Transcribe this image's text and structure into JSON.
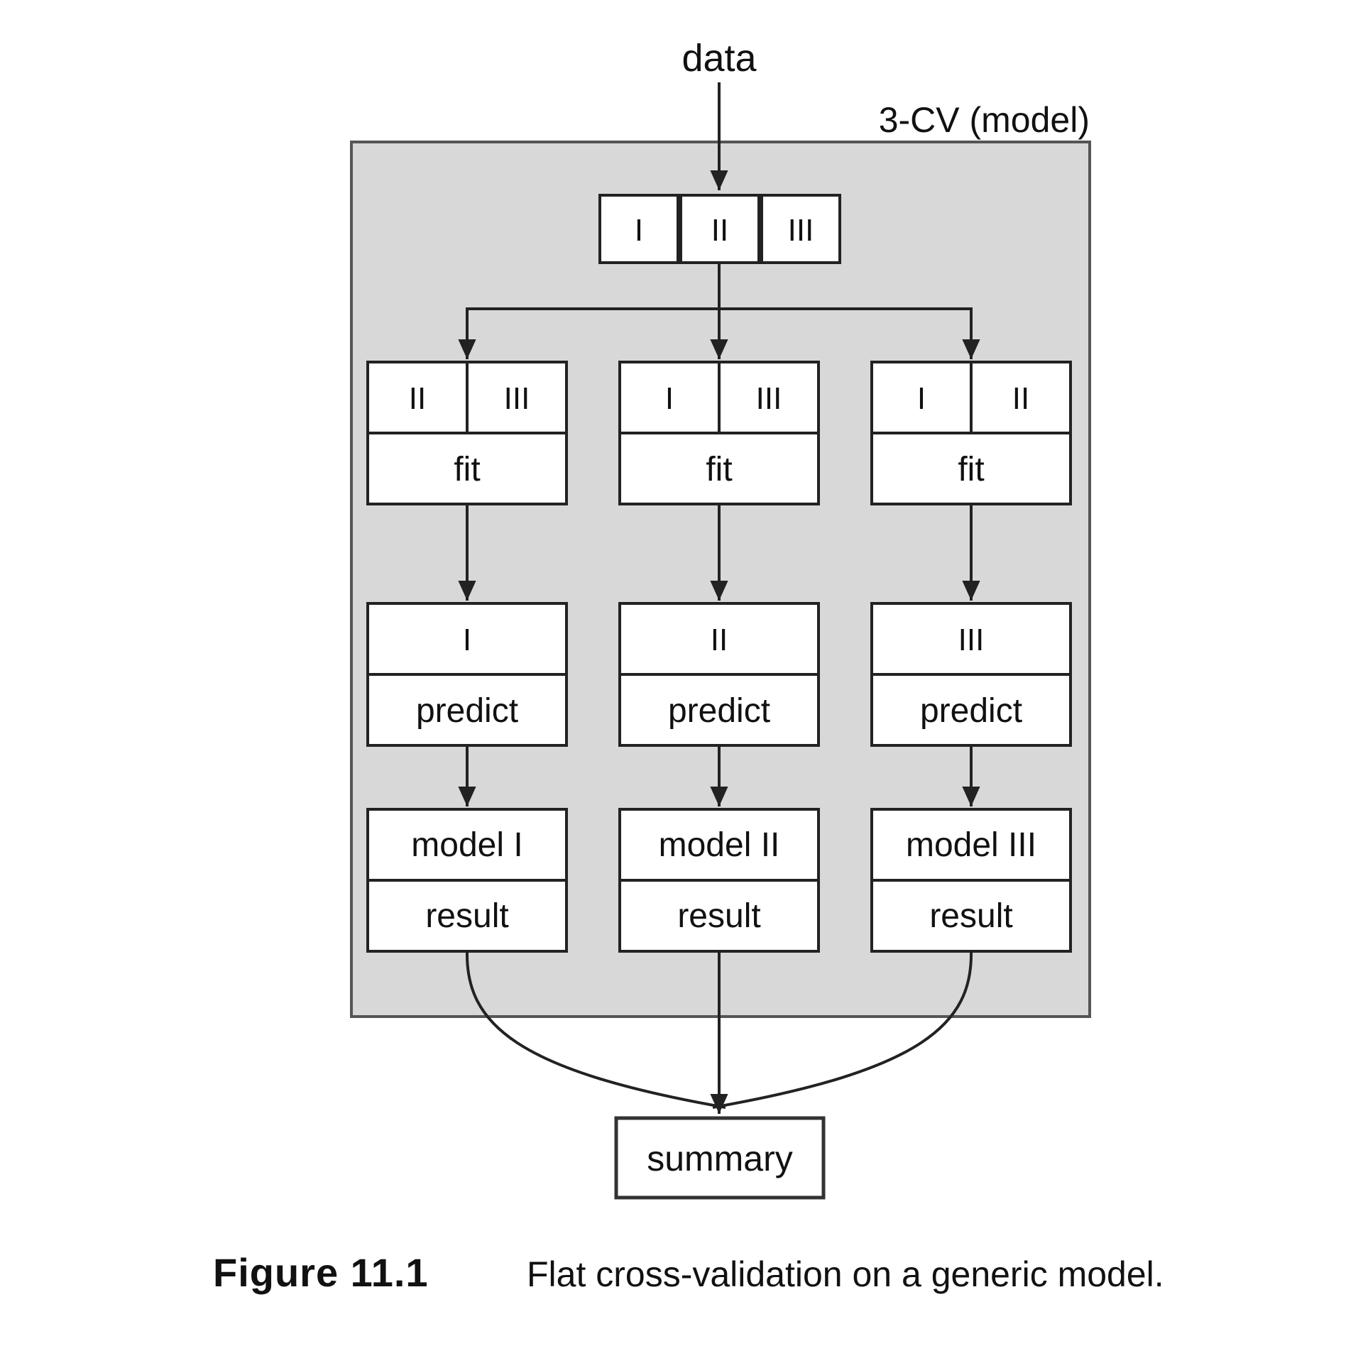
{
  "figure": {
    "data_label": "data",
    "panel_label": "3-CV (model)",
    "split_cells": [
      "I",
      "II",
      "III"
    ],
    "columns": [
      {
        "train_cells": [
          "II",
          "III"
        ],
        "fit": "fit",
        "test_cell": "I",
        "predict": "predict",
        "model": "model I",
        "result": "result"
      },
      {
        "train_cells": [
          "I",
          "III"
        ],
        "fit": "fit",
        "test_cell": "II",
        "predict": "predict",
        "model": "model II",
        "result": "result"
      },
      {
        "train_cells": [
          "I",
          "II"
        ],
        "fit": "fit",
        "test_cell": "III",
        "predict": "predict",
        "model": "model III",
        "result": "result"
      }
    ],
    "summary_label": "summary"
  },
  "caption": {
    "label": "Figure 11.1",
    "text": "Flat cross-validation on a generic model."
  },
  "colors": {
    "background": "#ffffff",
    "panel_fill": "#d8d8d8",
    "panel_border": "#555555",
    "box_fill": "#ffffff",
    "box_border": "#222222",
    "line": "#222222",
    "text": "#111111"
  }
}
